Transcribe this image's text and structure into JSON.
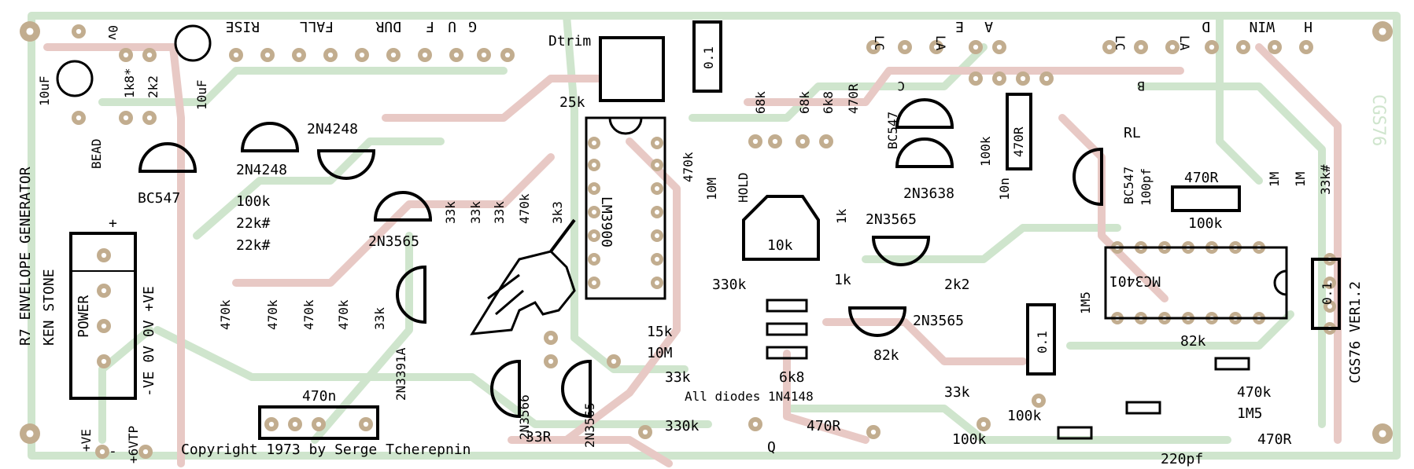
{
  "board": {
    "title_line1": "R7 ENVELOPE GENERATOR",
    "title_line2": "KEN STONE",
    "copyright": "Copyright 1973 by Serge Tcherepnin",
    "version": "CGS76 VER1.2",
    "mirror_mark": "CGS76",
    "diodes_note": "All diodes 1N4148",
    "colors": {
      "trace_green": "#cfe5cd",
      "trace_red": "#e8c9c5",
      "pad": "#c2ad8f",
      "silk": "#000000"
    }
  },
  "power": {
    "header": "POWER",
    "pins": "-VE 0V 0V +VE",
    "plus_mark": "+",
    "rail_pos": "+VE",
    "rail_vtp": "+6VTP",
    "minus_mark": "-",
    "zero_v": "0v"
  },
  "controls": {
    "rise": "RISE",
    "fall": "FALL",
    "dur": "DUR",
    "f": "F",
    "u": "U",
    "g": "G",
    "e": "E",
    "a": "A",
    "c": "C",
    "b": "B",
    "lc1": "LC",
    "la1": "LA",
    "lc2": "LC",
    "la2": "LA",
    "win": "WIN",
    "d": "D",
    "h": "H",
    "rl": "RL",
    "q": "Q",
    "hold": "HOLD"
  },
  "trimmers": {
    "dtrim": "Dtrim",
    "dtrim_val": "25k",
    "hold_val": "10k"
  },
  "ics": {
    "lm3900": "LM3900",
    "mc3401": "MC3401"
  },
  "transistors": {
    "bc547_1": "BC547",
    "bc547_2": "BC547",
    "bc547_3": "BC547",
    "n4248_1": "2N4248",
    "n4248_2": "2N4248",
    "n3565_1": "2N3565",
    "n3565_2": "2N3565",
    "n3565_3": "2N3565",
    "n3565_4": "2N3565",
    "n3638": "2N3638",
    "n3391a": "2N3391A",
    "n3566": "2N3566"
  },
  "caps": {
    "c10uf_1": "10uF",
    "c10uf_2": "10uF",
    "c01_1": "0.1",
    "c01_2": "0.1",
    "c01_3": "0.1",
    "c470n": "470n",
    "c10n": "10n",
    "c100pf": "100pf",
    "c220pf": "220pf",
    "bead": "BEAD"
  },
  "resistors": {
    "r1k8": "1k8*",
    "r2k2_top": "2k2",
    "r100k_l": "100k",
    "r22k_1": "22k#",
    "r22k_2": "22k#",
    "r470k_1": "470k",
    "r470k_2": "470k",
    "r470k_3": "470k",
    "r470k_4": "470k",
    "r33k_v": "33k",
    "r33k_a": "33k",
    "r33k_b": "33k",
    "r33k_c": "33k",
    "r470k_d": "470k",
    "r3k3": "3k3",
    "r470k_e": "470k",
    "r10m_v": "10M",
    "r68k_1": "68k",
    "r68k_2": "68k",
    "r6k8_v": "6k8",
    "r470r_v": "470R",
    "r1k_1": "1k",
    "r1k_2": "1k",
    "r330k_1": "330k",
    "r2k2_mid": "2k2",
    "r15k": "15k",
    "r10m_h": "10M",
    "r33k_h1": "33k",
    "r6k8_h": "6k8",
    "r82k_1": "82k",
    "r33k_h2": "33k",
    "r33r": "33R",
    "r330k_2": "330k",
    "r470r_h": "470R",
    "r100k_a": "100k",
    "r100k_b": "100k",
    "r100k_v": "100k",
    "r470r_tall": "470R",
    "r470r_right": "470R",
    "r100k_right": "100k",
    "r1m_1": "1M",
    "r1m_2": "1M",
    "r33k_hash": "33k#",
    "r1m5_v": "1M5",
    "r82k_2": "82k",
    "r470k_r": "470k",
    "r1m5_h": "1M5",
    "r470r_bot": "470R"
  }
}
